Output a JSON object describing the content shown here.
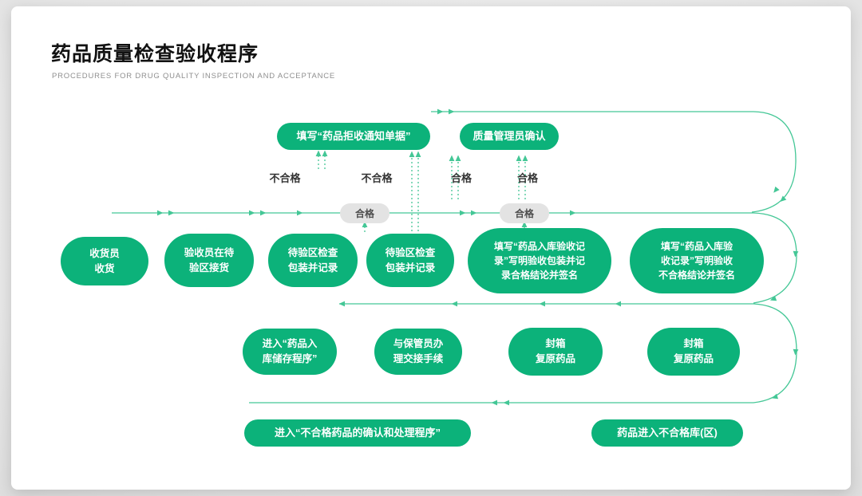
{
  "header": {
    "title": "药品质量检查验收程序",
    "subtitle": "PROCEDURES FOR DRUG QUALITY INSPECTION AND ACCEPTANCE"
  },
  "colors": {
    "node_green": "#0cb27a",
    "arrow_green": "#44c796",
    "gray_pill_bg": "#e3e3e3",
    "gray_pill_text": "#4d4d4d"
  },
  "flow": {
    "top": {
      "reject_note": "填写“药品拒收通知单据”",
      "qa_confirm": "质量管理员确认"
    },
    "labels": {
      "fail1": "不合格",
      "fail2": "不合格",
      "pass1": "合格",
      "pass2": "合格"
    },
    "gray_pills": {
      "pass_a": "合格",
      "pass_b": "合格"
    },
    "main_row": {
      "receive": "收货员\n收货",
      "inspect": "验收员在待\n验区接货",
      "check1": "待验区检查\n包装并记录",
      "check2": "待验区检查\n包装并记录",
      "record_pass": "填写“药品入库验收记\n录”写明验收包装并记\n录合格结论并签名",
      "record_fail": "填写“药品入库验\n收记录”写明验收\n不合格结论并签名"
    },
    "second_row": {
      "storage": "进入“药品入\n库储存程序”",
      "handover": "与保管员办\n理交接手续",
      "seal_a": "封箱\n复原药品",
      "seal_b": "封箱\n复原药品"
    },
    "bottom_row": {
      "reject_procedure": "进入“不合格药品的确认和处理程序”",
      "reject_area": "药品进入不合格库(区)"
    }
  }
}
